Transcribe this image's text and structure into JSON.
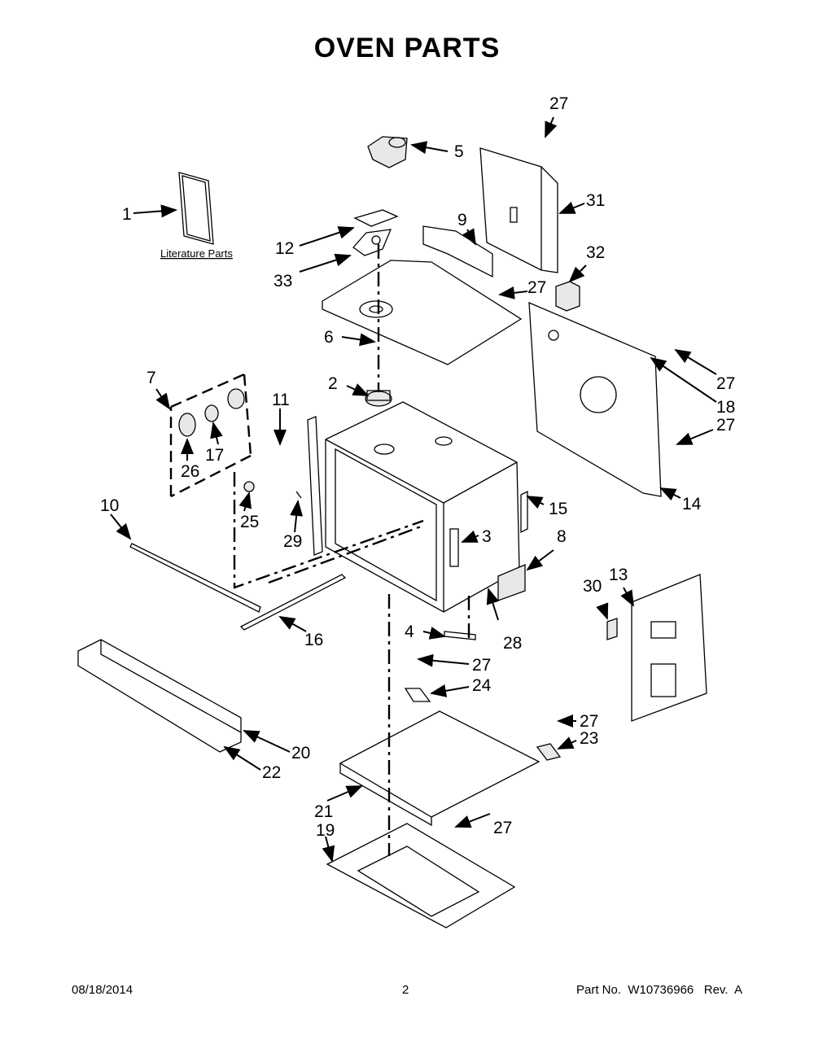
{
  "title": "OVEN PARTS",
  "literature_label": "Literature Parts",
  "callouts": [
    "1",
    "2",
    "3",
    "4",
    "5",
    "6",
    "7",
    "8",
    "9",
    "10",
    "11",
    "12",
    "13",
    "14",
    "15",
    "16",
    "17",
    "18",
    "19",
    "20",
    "21",
    "22",
    "23",
    "24",
    "25",
    "26",
    "27",
    "27",
    "27",
    "27",
    "27",
    "27",
    "27",
    "28",
    "29",
    "30",
    "31",
    "32",
    "33"
  ],
  "footer": {
    "date": "08/18/2014",
    "page": "2",
    "part_number": "Part No.  W10736966   Rev.  A"
  }
}
